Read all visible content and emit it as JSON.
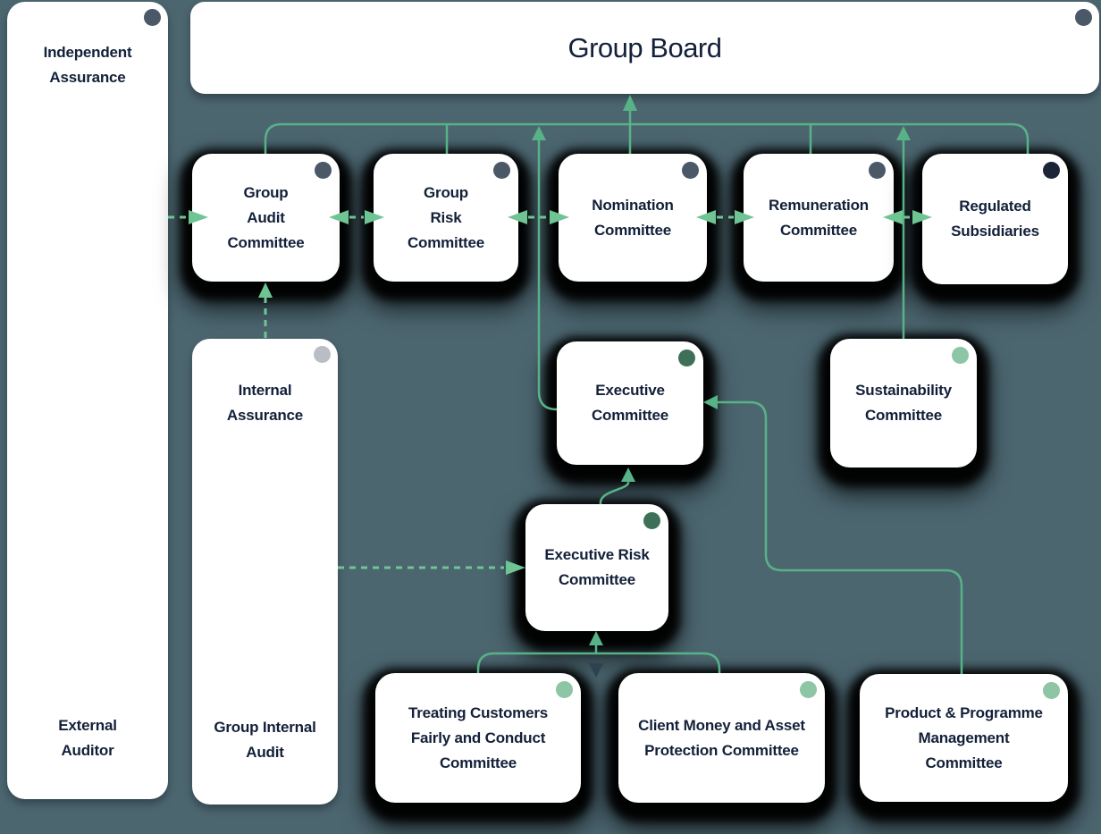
{
  "title": "Governance structure diagram",
  "nodes": {
    "group_board": {
      "label": "Group Board",
      "dot": "slate"
    },
    "independent_assurance": {
      "label": "Independent\nAssurance",
      "dot": "slate"
    },
    "external_auditor": {
      "label": "External\nAuditor"
    },
    "internal_assurance": {
      "label": "Internal\nAssurance",
      "dot": "gray"
    },
    "group_internal_audit": {
      "label": "Group Internal\nAudit"
    },
    "group_audit": {
      "label": "Group\nAudit\nCommittee",
      "dot": "slate"
    },
    "group_risk": {
      "label": "Group\nRisk\nCommittee",
      "dot": "slate"
    },
    "nomination": {
      "label": "Nomination\nCommittee",
      "dot": "slate"
    },
    "remuneration": {
      "label": "Remuneration\nCommittee",
      "dot": "slate"
    },
    "regulated_subsidiaries": {
      "label": "Regulated\nSubsidiaries",
      "dot": "navy"
    },
    "executive": {
      "label": "Executive\nCommittee",
      "dot": "green-dark"
    },
    "sustainability": {
      "label": "Sustainability\nCommittee",
      "dot": "green-light"
    },
    "executive_risk": {
      "label": "Executive Risk\nCommittee",
      "dot": "green-dark"
    },
    "treating_customers": {
      "label": "Treating Customers\nFairly and Conduct\nCommittee",
      "dot": "green-light"
    },
    "client_money": {
      "label": "Client Money and Asset\nProtection Committee",
      "dot": "green-light"
    },
    "product_programme": {
      "label": "Product & Programme\nManagement\nCommittee",
      "dot": "green-light"
    }
  },
  "edges": [
    {
      "from": "group_audit",
      "to": "group_board",
      "style": "solid",
      "arrow": "none"
    },
    {
      "from": "group_risk",
      "to": "group_board",
      "style": "solid",
      "arrow": "none"
    },
    {
      "from": "nomination",
      "to": "group_board",
      "style": "solid",
      "arrow": "to"
    },
    {
      "from": "remuneration",
      "to": "group_board",
      "style": "solid",
      "arrow": "none"
    },
    {
      "from": "regulated_subsidiaries",
      "to": "group_board",
      "style": "solid",
      "arrow": "none"
    },
    {
      "from": "executive",
      "to": "group_board",
      "style": "solid",
      "arrow": "to"
    },
    {
      "from": "sustainability",
      "to": "group_board",
      "style": "solid",
      "arrow": "to"
    },
    {
      "from": "executive_risk",
      "to": "executive",
      "style": "solid",
      "arrow": "to"
    },
    {
      "from": "product_programme",
      "to": "executive",
      "style": "solid",
      "arrow": "to"
    },
    {
      "from": "treating_customers",
      "to": "executive_risk",
      "style": "solid",
      "arrow": "both"
    },
    {
      "from": "client_money",
      "to": "executive_risk",
      "style": "solid",
      "arrow": "both"
    },
    {
      "from": "independent_assurance",
      "to": "group_audit",
      "style": "dashed",
      "arrow": "to"
    },
    {
      "from": "group_audit",
      "to": "group_risk",
      "style": "dashed",
      "arrow": "both"
    },
    {
      "from": "group_risk",
      "to": "nomination",
      "style": "dashed",
      "arrow": "both"
    },
    {
      "from": "nomination",
      "to": "remuneration",
      "style": "dashed",
      "arrow": "both"
    },
    {
      "from": "remuneration",
      "to": "regulated_subsidiaries",
      "style": "dashed",
      "arrow": "both"
    },
    {
      "from": "internal_assurance",
      "to": "group_audit",
      "style": "dashed",
      "arrow": "to"
    },
    {
      "from": "group_internal_audit",
      "to": "executive_risk",
      "style": "dashed",
      "arrow": "to"
    }
  ],
  "colors": {
    "background": "#4C6670",
    "node_fill": "#FFFFFF",
    "text": "#13203A",
    "line_solid": "#58B287",
    "line_dashed": "#6FC494",
    "arrow_down_dark": "#2E4150",
    "dot_slate": "#4A5868",
    "dot_navy": "#1B2537",
    "dot_gray": "#B9BEC6",
    "dot_green_dark": "#3E7058",
    "dot_green_light": "#8DC5A5",
    "node_shadow": "#000000"
  }
}
